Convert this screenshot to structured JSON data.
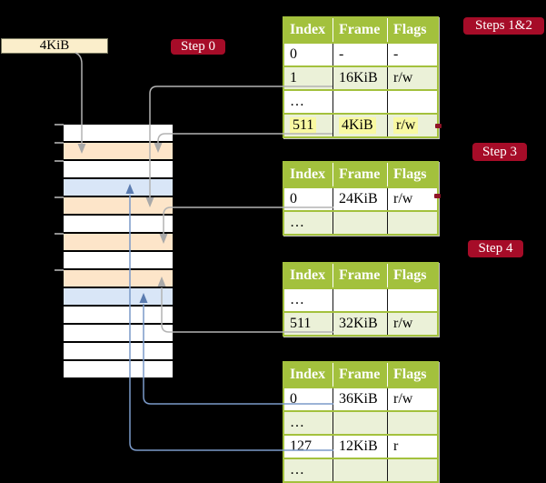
{
  "frame_box": {
    "label": "4KiB"
  },
  "badges": [
    {
      "id": "step0",
      "label": "Step 0"
    },
    {
      "id": "steps12",
      "label": "Steps 1&2"
    },
    {
      "id": "step3",
      "label": "Step 3"
    },
    {
      "id": "step4",
      "label": "Step 4"
    }
  ],
  "memory": {
    "description": "physical memory frames, one row per 4KiB frame",
    "rows": [
      "white",
      "peach",
      "white",
      "blue",
      "peach",
      "white",
      "peach",
      "white",
      "peach",
      "blue",
      "white",
      "white",
      "white",
      "white"
    ]
  },
  "tables": [
    {
      "name": "page-table-root",
      "header": [
        "Index",
        "Frame",
        "Flags"
      ],
      "rows": [
        {
          "cells": [
            "0",
            "-",
            "-"
          ],
          "shaded": false,
          "highlight": false
        },
        {
          "cells": [
            "1",
            "16KiB",
            "r/w"
          ],
          "shaded": true,
          "highlight": false
        },
        {
          "cells": [
            "…",
            "",
            ""
          ],
          "shaded": false,
          "highlight": false
        },
        {
          "cells": [
            "511",
            "4KiB",
            "r/w"
          ],
          "shaded": true,
          "highlight": true
        }
      ]
    },
    {
      "name": "page-table-step3",
      "header": [
        "Index",
        "Frame",
        "Flags"
      ],
      "rows": [
        {
          "cells": [
            "0",
            "24KiB",
            "r/w"
          ],
          "shaded": false,
          "highlight": false
        },
        {
          "cells": [
            "…",
            "",
            ""
          ],
          "shaded": true,
          "highlight": false
        }
      ]
    },
    {
      "name": "page-table-step4",
      "header": [
        "Index",
        "Frame",
        "Flags"
      ],
      "rows": [
        {
          "cells": [
            "…",
            "",
            ""
          ],
          "shaded": false,
          "highlight": false
        },
        {
          "cells": [
            "511",
            "32KiB",
            "r/w"
          ],
          "shaded": true,
          "highlight": false
        }
      ]
    },
    {
      "name": "page-table-final",
      "header": [
        "Index",
        "Frame",
        "Flags"
      ],
      "rows": [
        {
          "cells": [
            "0",
            "36KiB",
            "r/w"
          ],
          "shaded": false,
          "highlight": false
        },
        {
          "cells": [
            "…",
            "",
            ""
          ],
          "shaded": true,
          "highlight": false
        },
        {
          "cells": [
            "127",
            "12KiB",
            "r"
          ],
          "shaded": false,
          "highlight": false
        },
        {
          "cells": [
            "…",
            "",
            ""
          ],
          "shaded": true,
          "highlight": false
        }
      ]
    }
  ],
  "colors": {
    "background": "#000000",
    "badge_red": "#a60c28",
    "table_header_green": "#a3c13d",
    "table_row_shaded_green": "#ebf1d8",
    "frame_peach": "#fde5c9",
    "frame_blue": "#d9e6f7",
    "box_cream": "#fbeecb",
    "highlight_yellow": "#f8f9a2",
    "arrow_gray": "#b3b3b3",
    "arrow_blue": "#7b9ac9"
  }
}
